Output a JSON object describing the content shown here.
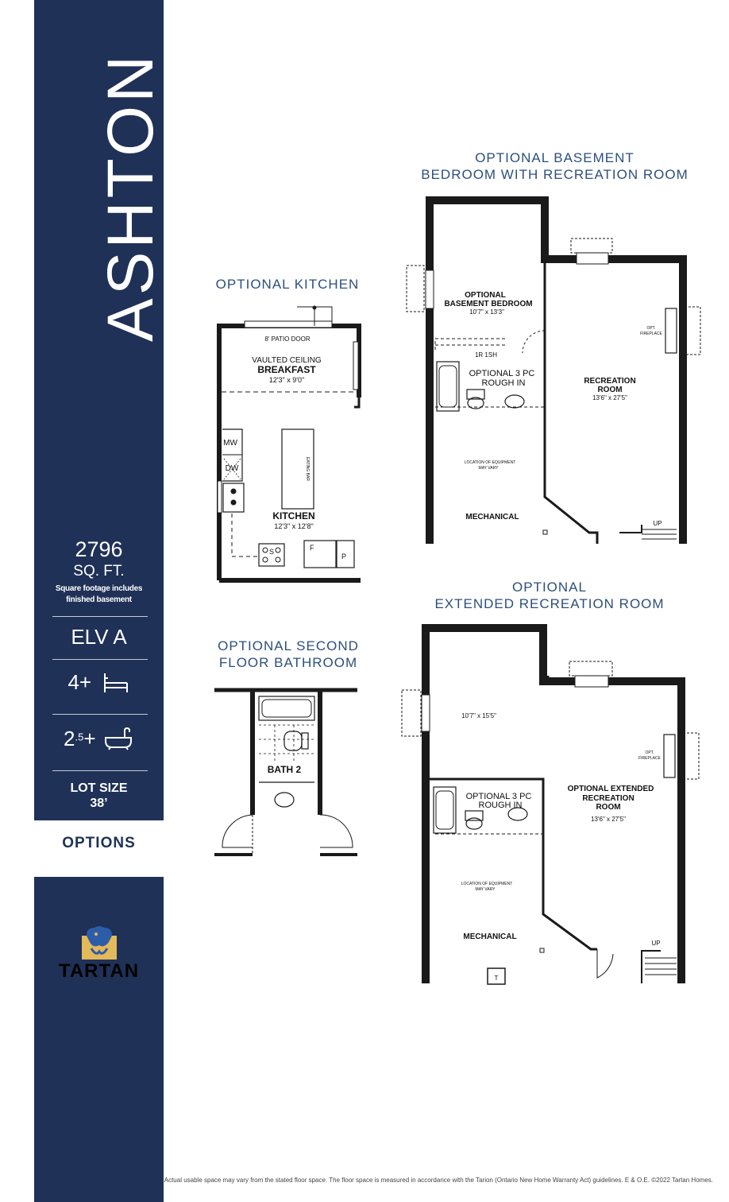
{
  "sidebar": {
    "title": "ASHTON",
    "sqft_value": "2796",
    "sqft_unit": "SQ. FT.",
    "sqft_note_1": "Square footage includes",
    "sqft_note_2": "finished basement",
    "elevation": "ELV A",
    "bedrooms": "4+",
    "bath_main": "2",
    "bath_sup": ".5",
    "bath_plus": "+",
    "lot_label": "LOT SIZE",
    "lot_value": "38’",
    "options_label": "OPTIONS",
    "logo_text": "TARTAN"
  },
  "plans": {
    "kitchen": {
      "title": "OPTIONAL KITCHEN",
      "patio": "8' PATIO DOOR",
      "vaulted": "VAULTED CEILING",
      "breakfast": "BREAKFAST",
      "breakfast_dim": "12'3\" x 9'0\"",
      "mw": "MW",
      "dw": "DW",
      "eating_bar": "EATING BAR",
      "kitchen": "KITCHEN",
      "kitchen_dim": "12'3\" x 12'8\"",
      "s": "S",
      "f": "F",
      "p": "P"
    },
    "bathroom": {
      "title_1": "OPTIONAL SECOND",
      "title_2": "FLOOR BATHROOM",
      "bath": "BATH 2"
    },
    "basement": {
      "title_1": "OPTIONAL BASEMENT",
      "title_2": "BEDROOM WITH RECREATION ROOM",
      "bedroom_1": "OPTIONAL",
      "bedroom_2": "BASEMENT BEDROOM",
      "bedroom_dim": "10'7\" x 13'3\"",
      "shelf": "1R 1SH",
      "bath_1": "OPTIONAL 3 PC",
      "bath_2": "ROUGH IN",
      "rec_1": "RECREATION",
      "rec_2": "ROOM",
      "rec_dim": "13'6\" x 27'5\"",
      "fireplace_1": "OPT.",
      "fireplace_2": "FIREPLACE",
      "equip_1": "LOCATION OF EQUIPMENT",
      "equip_2": "MAY VARY",
      "mechanical": "MECHANICAL",
      "up": "UP"
    },
    "extended": {
      "title_1": "OPTIONAL",
      "title_2": "EXTENDED RECREATION ROOM",
      "room_dim": "10'7\" x 15'5\"",
      "fireplace_1": "OPT.",
      "fireplace_2": "FIREPLACE",
      "bath_1": "OPTIONAL 3 PC",
      "bath_2": "ROUGH IN",
      "rec_1": "OPTIONAL EXTENDED",
      "rec_2": "RECREATION",
      "rec_3": "ROOM",
      "rec_dim": "13'6\" x 27'5\"",
      "equip_1": "LOCATION OF EQUIPMENT",
      "equip_2": "MAY VARY",
      "mechanical": "MECHANICAL",
      "up": "UP",
      "t": "T"
    }
  },
  "disclaimer": "Actual usable space may vary from the stated floor space. The floor space is measured in accordance with the Tarion (Ontario New Home Warranty Act) guidelines. E & O.E. ©2022 Tartan Homes.",
  "colors": {
    "navy": "#1f3157",
    "title_blue": "#2d4f7c",
    "wall": "#1a1a1a",
    "logo_gold": "#e3b95a"
  }
}
